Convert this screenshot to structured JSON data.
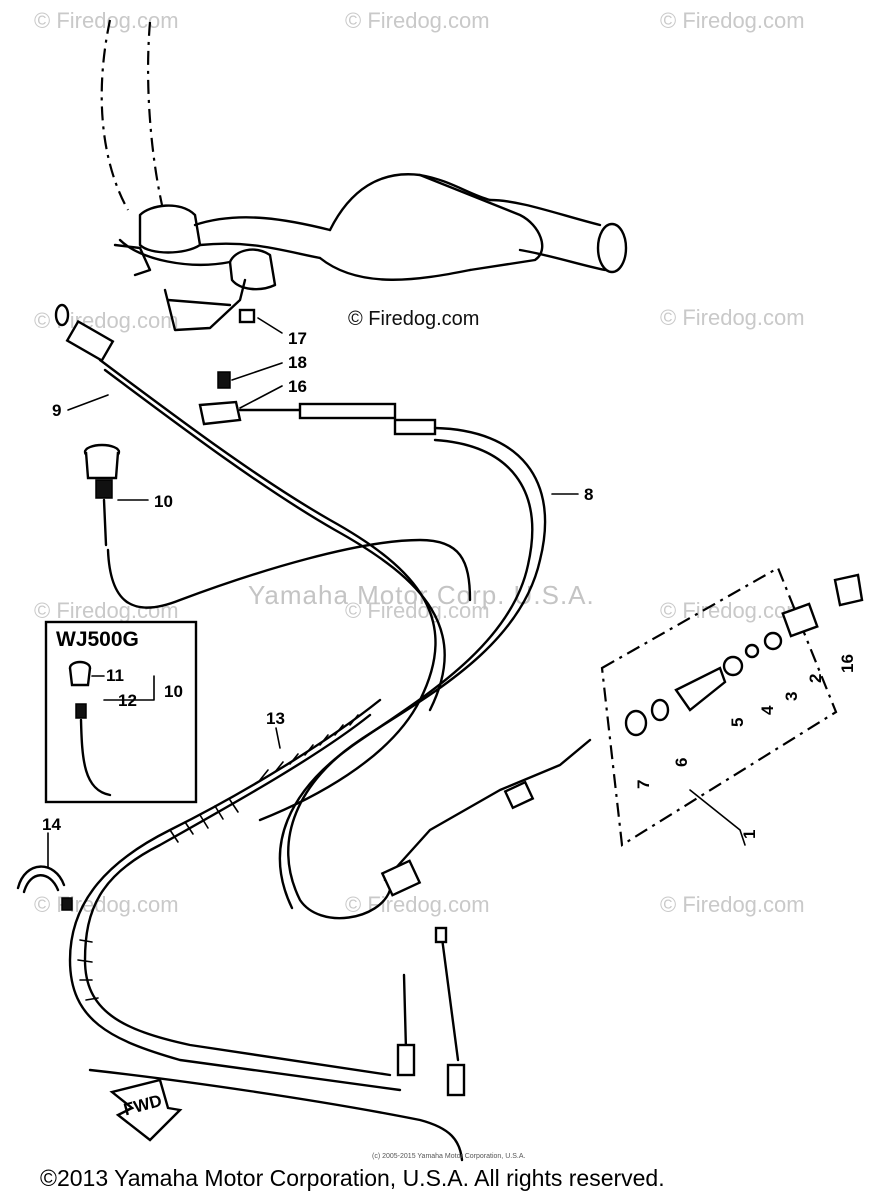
{
  "watermarks": {
    "firedog": "© Firedog.com",
    "yamaha": "Yamaha Motor Corp. U.S.A."
  },
  "inset": {
    "title": "WJ500G"
  },
  "callouts": {
    "c1": "1",
    "c2": "2",
    "c3": "3",
    "c4": "4",
    "c5": "5",
    "c6": "6",
    "c7": "7",
    "c8": "8",
    "c9": "9",
    "c10": "10",
    "c13": "13",
    "c14": "14",
    "c16a": "16",
    "c16b": "16",
    "c17": "17",
    "c18": "18",
    "inset_c10": "10",
    "inset_c11": "11",
    "inset_c12": "12"
  },
  "footer": {
    "small_notice": "(c) 2005-2015 Yamaha Motor Corporation, U.S.A.",
    "copyright": "©2013 Yamaha Motor Corporation, U.S.A. All rights reserved."
  },
  "fwd_label": "FWD"
}
